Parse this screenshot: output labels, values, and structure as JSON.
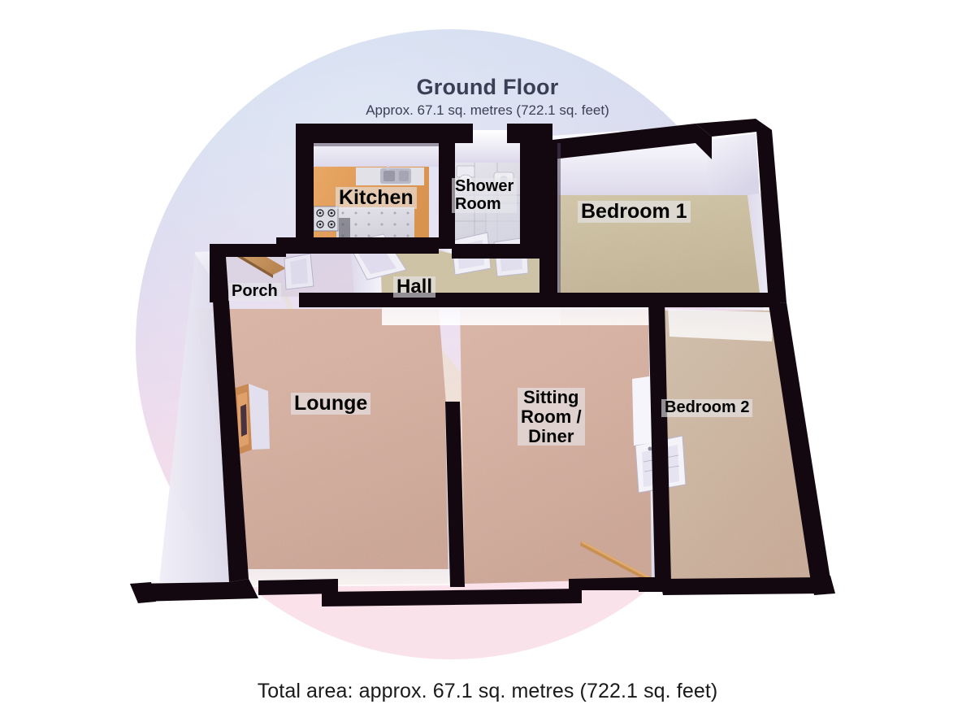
{
  "page": {
    "title": "Ground Floor",
    "subtitle": "Approx. 67.1 sq. metres (722.1 sq. feet)",
    "total_area": "Total area: approx. 67.1 sq. metres (722.1 sq. feet)"
  },
  "rooms": [
    {
      "id": "kitchen",
      "label": "Kitchen"
    },
    {
      "id": "shower-room",
      "label": "Shower\nRoom"
    },
    {
      "id": "bedroom-1",
      "label": "Bedroom 1"
    },
    {
      "id": "porch",
      "label": "Porch"
    },
    {
      "id": "hall",
      "label": "Hall"
    },
    {
      "id": "lounge",
      "label": "Lounge"
    },
    {
      "id": "sitting-room",
      "label": "Sitting\nRoom /\nDiner"
    },
    {
      "id": "bedroom-2",
      "label": "Bedroom 2"
    }
  ],
  "colors": {
    "wall": "#140810",
    "wall_top": "#1b1020",
    "title_text": "#3b3f55",
    "label_text": "#050505",
    "disc_top": "#ccd9ef",
    "disc_bottom": "#fbe2ea",
    "floor_carpet_pink": "#d8b0a0",
    "floor_carpet_beige": "#cdbfa0",
    "floor_kitchen_wood": "#e4a263",
    "floor_tile": "#d8d8e0",
    "wall_face_light": "#e6e4f2",
    "wall_face_shadow": "#c9c6de",
    "watermark": "#e8dfa8"
  },
  "features": {
    "kitchen": [
      "sink",
      "hob",
      "worktop",
      "tiled-floor"
    ],
    "shower_room": [
      "toilet",
      "basin",
      "shower-cubicle"
    ],
    "lounge": [
      "fireplace",
      "bay-window-recess"
    ],
    "porch": [
      "front-door"
    ],
    "sitting_room": [
      "patio-door"
    ],
    "bedroom_2": [
      "door"
    ]
  }
}
